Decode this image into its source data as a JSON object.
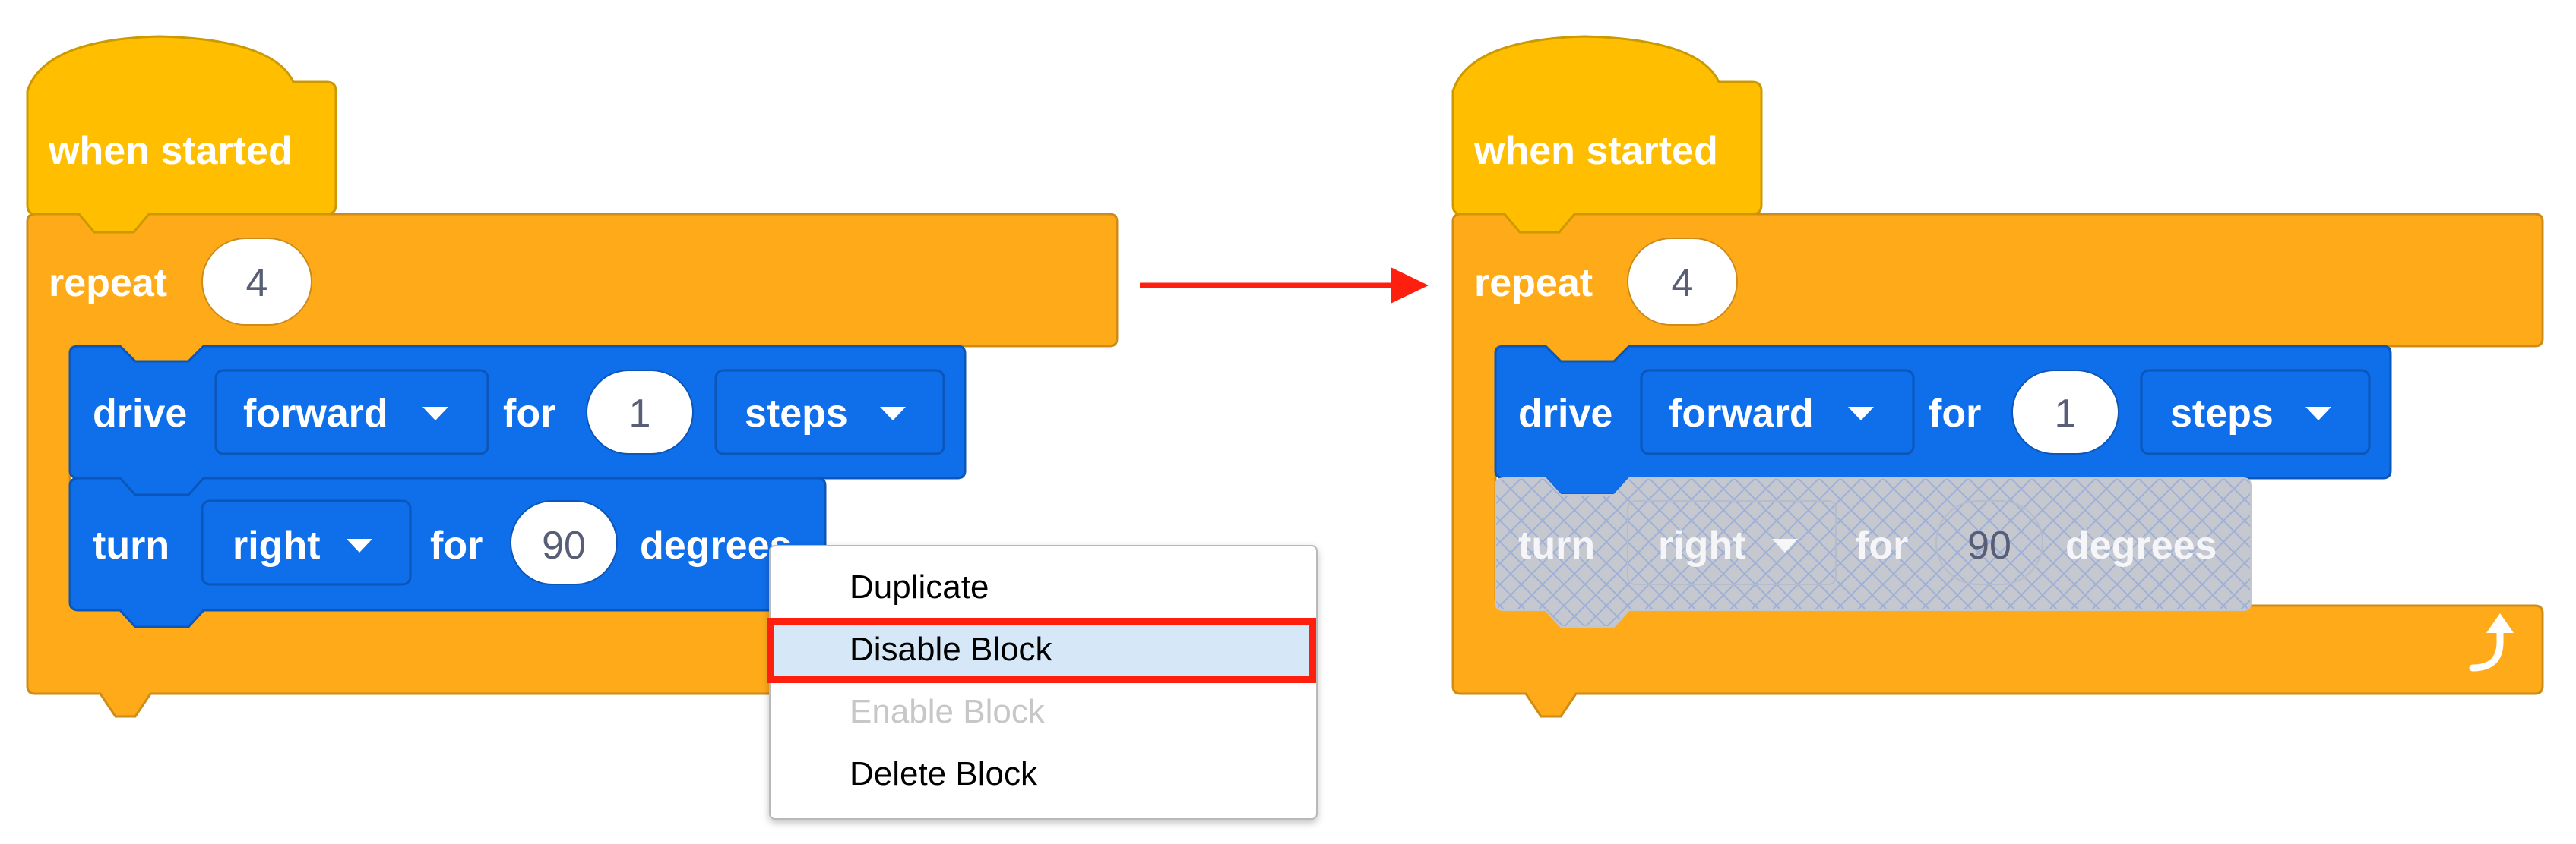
{
  "left_panel": {
    "hat_label": "when started",
    "repeat_label": "repeat",
    "repeat_count": "4",
    "drive_label": "drive",
    "drive_direction": "forward",
    "drive_for": "for",
    "drive_amount": "1",
    "drive_unit": "steps",
    "turn_label": "turn",
    "turn_direction": "right",
    "turn_for": "for",
    "turn_amount": "90",
    "turn_unit": "degrees"
  },
  "context_menu": {
    "items": [
      {
        "label": "Duplicate",
        "enabled": true
      },
      {
        "label": "Disable Block",
        "enabled": true,
        "highlighted": true
      },
      {
        "label": "Enable Block",
        "enabled": false
      },
      {
        "label": "Delete Block",
        "enabled": true
      }
    ]
  },
  "right_panel": {
    "hat_label": "when started",
    "repeat_label": "repeat",
    "repeat_count": "4",
    "drive_label": "drive",
    "drive_direction": "forward",
    "drive_for": "for",
    "drive_amount": "1",
    "drive_unit": "steps",
    "turn_label": "turn",
    "turn_direction": "right",
    "turn_for": "for",
    "turn_amount": "90",
    "turn_unit": "degrees",
    "turn_state": "disabled"
  },
  "icons": {
    "dropdown": "caret-down-icon",
    "loop": "loop-arrow-icon",
    "transition": "right-arrow-icon"
  },
  "colors": {
    "hat_yellow": "#FFBF00",
    "control_orange": "#FFAB19",
    "motion_blue": "#0F6FEA",
    "disabled_gray": "#C4C6CC",
    "menu_highlight": "#D6E8F8",
    "callout_red": "#FF1F0F"
  }
}
